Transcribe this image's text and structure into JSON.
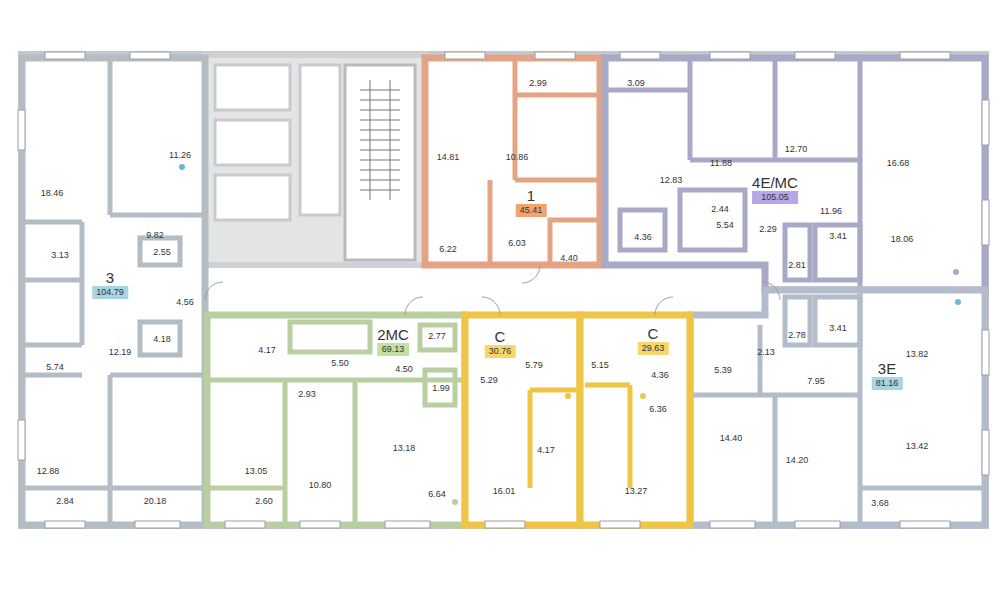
{
  "diagram": {
    "nodes": [
      {
        "text": [
          "3",
          "104.79"
        ]
      },
      {
        "text": [
          "1",
          "45.41"
        ]
      },
      {
        "text": [
          "4E/MC",
          "105.05"
        ]
      },
      {
        "text": [
          "2MC",
          "69.13"
        ]
      },
      {
        "text": [
          "C",
          "30.76"
        ]
      },
      {
        "text": [
          "C",
          "29.63"
        ]
      },
      {
        "text": [
          "3E",
          "81.16"
        ]
      }
    ],
    "labels": [
      "18.46",
      "11.26",
      "9.82",
      "3.13",
      "2.55",
      "5.74",
      "12.19",
      "4.56",
      "4.18",
      "12.88",
      "2.84",
      "20.18",
      "14.81",
      "2.99",
      "10.86",
      "6.22",
      "6.03",
      "4.40",
      "3.09",
      "11.88",
      "12.70",
      "16.68",
      "12.83",
      "2.44",
      "4.36",
      "5.54",
      "11.96",
      "2.29",
      "3.41",
      "18.06",
      "2.81",
      "2.78",
      "3.41",
      "2.13",
      "5.39",
      "7.95",
      "13.82",
      "14.40",
      "14.20",
      "13.42",
      "3.68",
      "4.17",
      "5.50",
      "2.77",
      "4.50",
      "2.93",
      "1.99",
      "13.05",
      "2.60",
      "10.80",
      "13.18",
      "6.64",
      "5.79",
      "5.29",
      "4.17",
      "16.01",
      "5.15",
      "4.36",
      "6.36",
      "13.27"
    ]
  }
}
